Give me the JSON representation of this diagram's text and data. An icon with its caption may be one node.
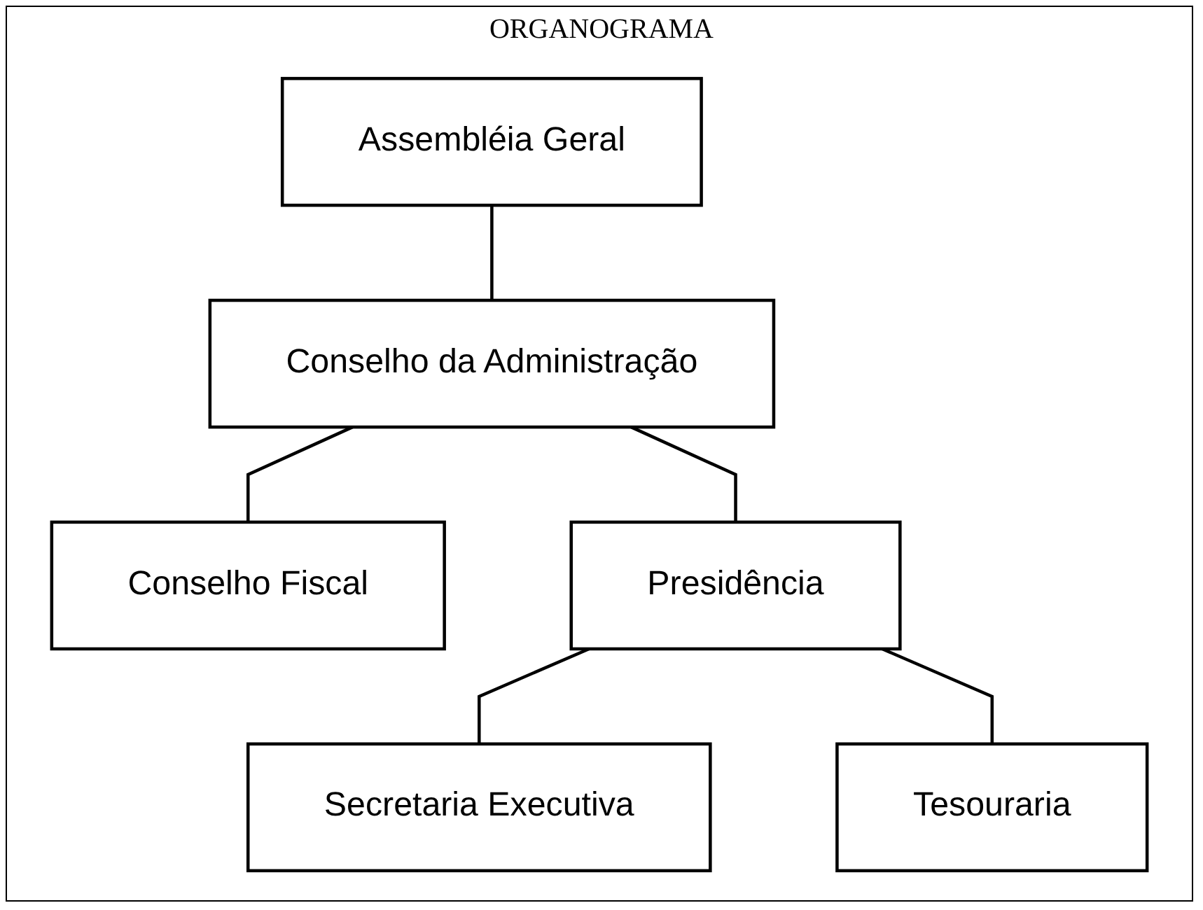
{
  "diagram": {
    "title": "ORGANOGRAMA",
    "nodes": [
      {
        "text": [
          "Assembléia Geral"
        ]
      },
      {
        "text": [
          "Conselho da Administração"
        ]
      },
      {
        "text": [
          "Conselho Fiscal"
        ]
      },
      {
        "text": [
          "Presidência"
        ]
      },
      {
        "text": [
          "Secretaria Executiva"
        ]
      },
      {
        "text": [
          "Tesouraria"
        ]
      }
    ],
    "edges": [
      {
        "from": 0,
        "to": 1,
        "arrow": "none"
      },
      {
        "from": 1,
        "to": 2,
        "arrow": "none"
      },
      {
        "from": 1,
        "to": 3,
        "arrow": "none"
      },
      {
        "from": 3,
        "to": 4,
        "arrow": "none"
      },
      {
        "from": 3,
        "to": 5,
        "arrow": "none"
      }
    ]
  }
}
